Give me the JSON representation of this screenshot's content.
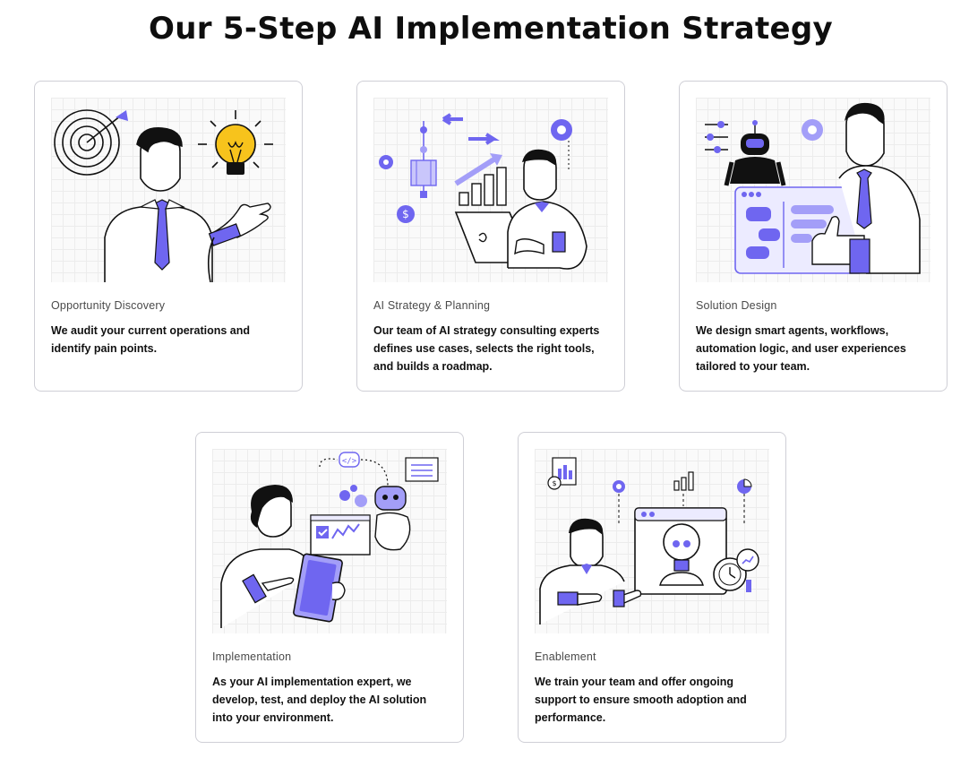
{
  "page": {
    "title": "Our 5-Step AI Implementation Strategy"
  },
  "colors": {
    "accent": "#6f66f0",
    "accent_light": "#a39ef8",
    "bulb": "#f7c31c",
    "ink": "#111111",
    "border": "#cfcfd6"
  },
  "steps": [
    {
      "label": "Opportunity Discovery",
      "description": "We audit your current operations and identify pain points.",
      "icon": "target-and-idea-illustration"
    },
    {
      "label": "AI Strategy & Planning",
      "description": "Our team of AI strategy consulting experts defines use cases, selects the right tools, and builds a roadmap.",
      "icon": "planning-laptop-illustration"
    },
    {
      "label": "Solution Design",
      "description": "We design smart agents, workflows, automation logic, and user experiences tailored to your team.",
      "icon": "robot-design-illustration"
    },
    {
      "label": "Implementation",
      "description": "As your AI implementation expert, we develop, test, and deploy the AI solution into your environment.",
      "icon": "tablet-robot-illustration"
    },
    {
      "label": "Enablement",
      "description": "We train your team and offer ongoing support to ensure smooth adoption and performance.",
      "icon": "training-lightbulb-illustration"
    }
  ]
}
